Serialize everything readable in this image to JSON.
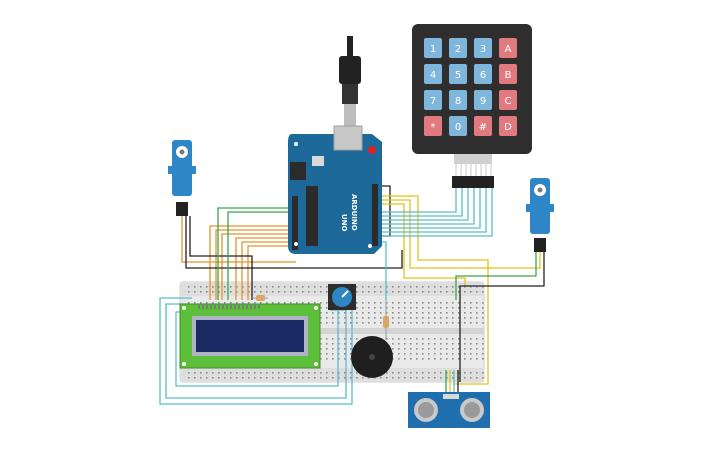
{
  "keypad": {
    "keys": [
      {
        "label": "1",
        "kind": "num"
      },
      {
        "label": "2",
        "kind": "num"
      },
      {
        "label": "3",
        "kind": "num"
      },
      {
        "label": "A",
        "kind": "op"
      },
      {
        "label": "4",
        "kind": "num"
      },
      {
        "label": "5",
        "kind": "num"
      },
      {
        "label": "6",
        "kind": "num"
      },
      {
        "label": "B",
        "kind": "op"
      },
      {
        "label": "7",
        "kind": "num"
      },
      {
        "label": "8",
        "kind": "num"
      },
      {
        "label": "9",
        "kind": "num"
      },
      {
        "label": "C",
        "kind": "op"
      },
      {
        "label": "*",
        "kind": "op"
      },
      {
        "label": "0",
        "kind": "num"
      },
      {
        "label": "#",
        "kind": "op"
      },
      {
        "label": "D",
        "kind": "op"
      }
    ]
  },
  "arduino": {
    "logo": "ARDUINO",
    "model": "UNO"
  },
  "colors": {
    "board": "#1d6a9a",
    "keypad_body": "#2e2e2e",
    "key_num": "#7fb6dc",
    "key_op": "#e07a7f",
    "servo": "#2f86c6",
    "lcd_green": "#5cbf3a",
    "lcd_screen": "#1c2a63",
    "sensor": "#1f6fae",
    "breadboard": "#e9e9e9",
    "wire_orange": "#e8912b",
    "wire_cyan": "#5bbcc9",
    "wire_green": "#3aa64a",
    "wire_yellow": "#e2c21b",
    "wire_black": "#222222"
  },
  "icons": [
    "usb-cable-icon",
    "servo-icon",
    "potentiometer-icon",
    "buzzer-icon",
    "ultrasonic-sensor-icon"
  ]
}
